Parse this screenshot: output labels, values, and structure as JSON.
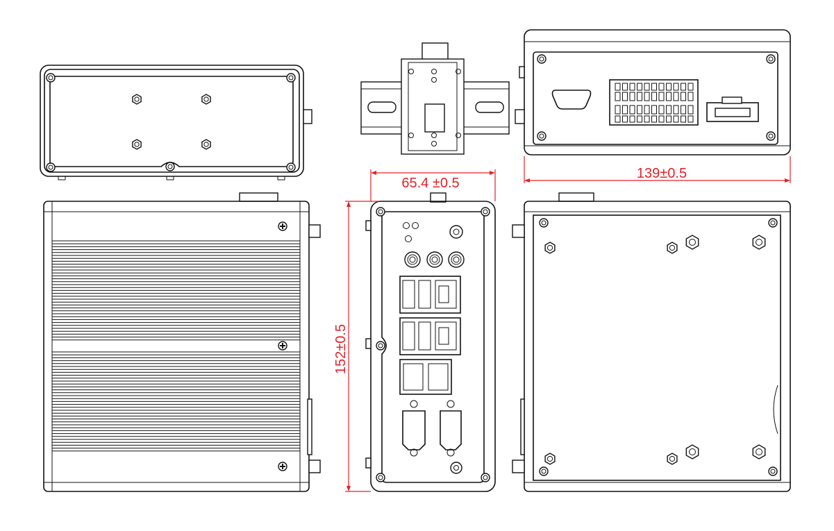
{
  "title": "Industrial computer dimension drawing",
  "dimensions": {
    "width": "65.4 ±0.5",
    "depth": "139±0.5",
    "height": "152±0.5"
  },
  "colors": {
    "dimension": "#e32227",
    "outline": "#111111"
  }
}
